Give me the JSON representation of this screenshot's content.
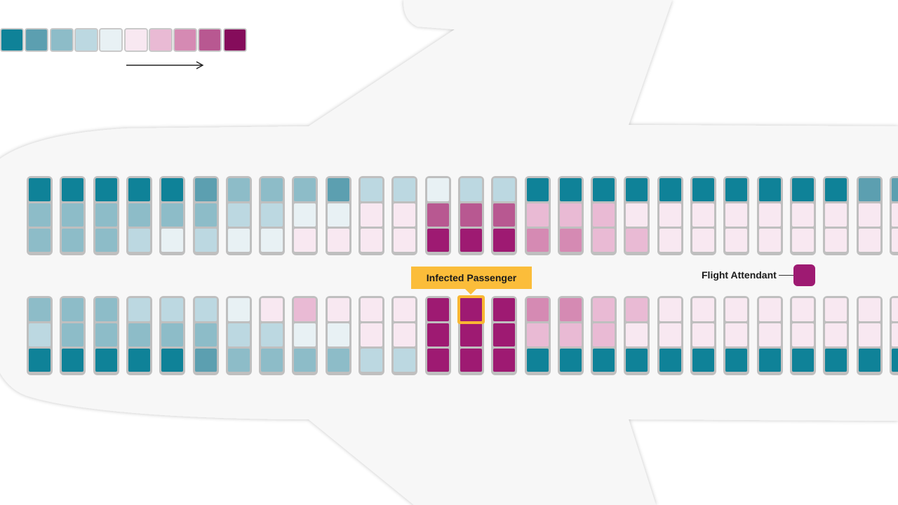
{
  "labels": {
    "infected": "Infected Passenger",
    "attendant": "Flight Attendant"
  },
  "colors": {
    "levels": [
      "#0f8298",
      "#5c9fb0",
      "#8dbcc8",
      "#bcd8e1",
      "#e8f1f4",
      "#f8e8f1",
      "#e9bad4",
      "#d58ab3",
      "#b85891",
      "#850c5b"
    ],
    "seat_infected": "#9e1a72",
    "highlight": "#f9b733",
    "fuselage": "#f7f7f7"
  },
  "scale_direction": "arrow-right",
  "seat_grid": {
    "levels_legend": "index into colors.levels; 10 = infected",
    "upper": [
      [
        0,
        2,
        2
      ],
      [
        0,
        2,
        2
      ],
      [
        0,
        2,
        2
      ],
      [
        0,
        2,
        3
      ],
      [
        0,
        2,
        4
      ],
      [
        1,
        2,
        3
      ],
      [
        2,
        3,
        4
      ],
      [
        2,
        3,
        4
      ],
      [
        2,
        4,
        5
      ],
      [
        1,
        4,
        5
      ],
      [
        3,
        5,
        5
      ],
      [
        3,
        5,
        5
      ],
      [
        4,
        8,
        10
      ],
      [
        3,
        8,
        10
      ],
      [
        3,
        8,
        10
      ],
      [
        0,
        6,
        7
      ],
      [
        0,
        6,
        7
      ],
      [
        0,
        6,
        6
      ],
      [
        0,
        5,
        6
      ],
      [
        0,
        5,
        5
      ],
      [
        0,
        5,
        5
      ],
      [
        0,
        5,
        5
      ],
      [
        0,
        5,
        5
      ],
      [
        0,
        5,
        5
      ],
      [
        0,
        5,
        5
      ],
      [
        1,
        5,
        5
      ],
      [
        1,
        5,
        5
      ]
    ],
    "lower": [
      [
        2,
        3,
        0
      ],
      [
        2,
        2,
        0
      ],
      [
        2,
        2,
        0
      ],
      [
        3,
        2,
        0
      ],
      [
        3,
        2,
        0
      ],
      [
        3,
        2,
        1
      ],
      [
        4,
        3,
        2
      ],
      [
        5,
        3,
        2
      ],
      [
        6,
        4,
        2
      ],
      [
        5,
        4,
        2
      ],
      [
        5,
        5,
        3
      ],
      [
        5,
        5,
        3
      ],
      [
        10,
        10,
        10
      ],
      [
        10,
        10,
        10
      ],
      [
        10,
        10,
        10
      ],
      [
        7,
        6,
        0
      ],
      [
        7,
        6,
        0
      ],
      [
        6,
        6,
        0
      ],
      [
        6,
        5,
        0
      ],
      [
        5,
        5,
        0
      ],
      [
        5,
        5,
        0
      ],
      [
        5,
        5,
        0
      ],
      [
        5,
        5,
        0
      ],
      [
        5,
        5,
        0
      ],
      [
        5,
        5,
        0
      ],
      [
        5,
        5,
        0
      ],
      [
        5,
        5,
        0
      ]
    ],
    "infected_seat": {
      "row": "lower",
      "column": 13,
      "seat": 0
    }
  }
}
